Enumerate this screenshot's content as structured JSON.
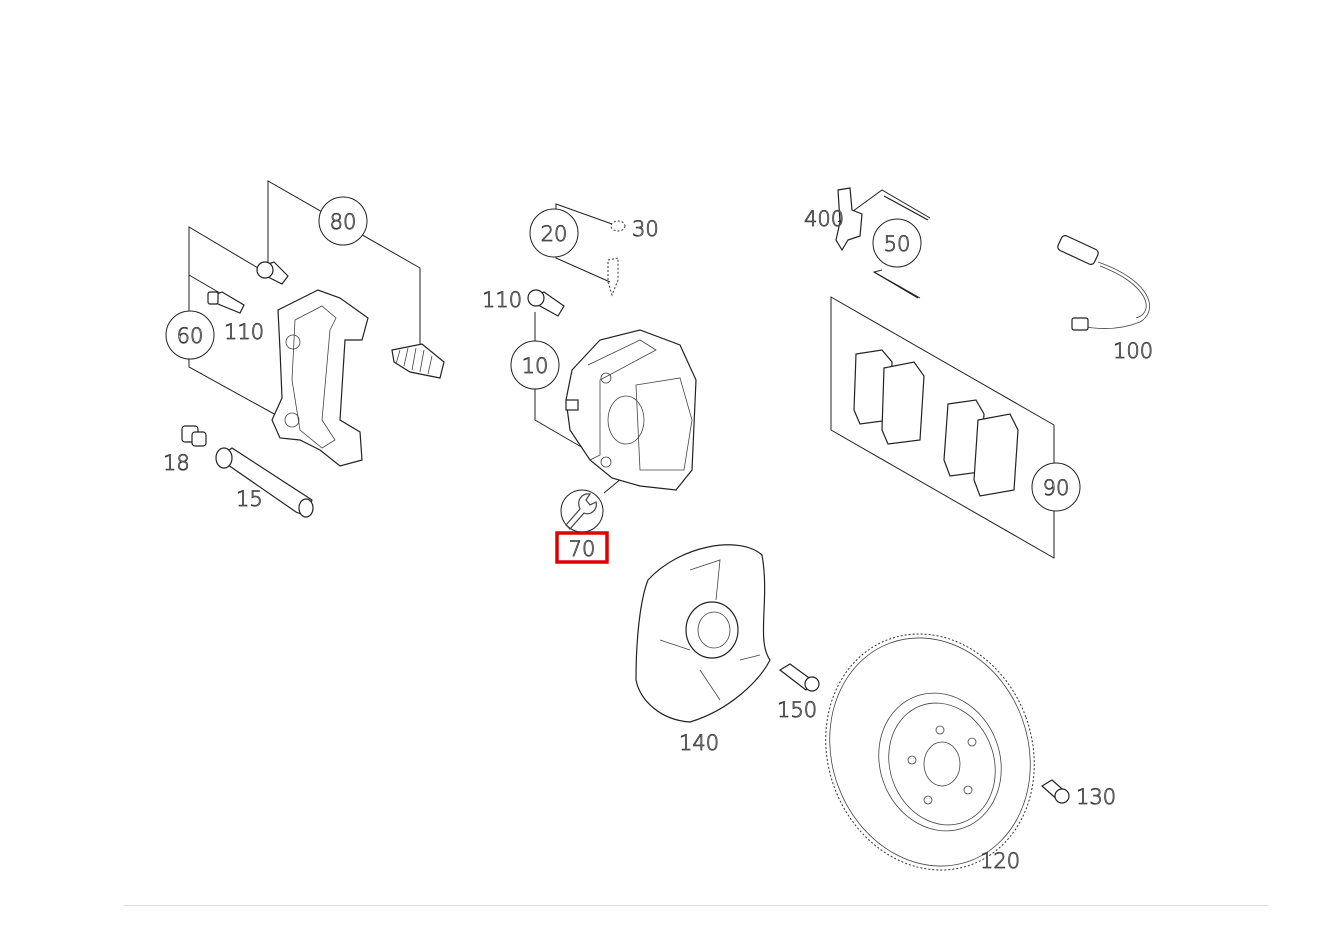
{
  "diagram": {
    "highlight_color": "#e00000",
    "highlighted_part": "70",
    "callouts": [
      {
        "id": "80",
        "label": "80",
        "style": "bubble"
      },
      {
        "id": "60",
        "label": "60",
        "style": "bubble"
      },
      {
        "id": "20",
        "label": "20",
        "style": "bubble"
      },
      {
        "id": "10",
        "label": "10",
        "style": "bubble"
      },
      {
        "id": "50",
        "label": "50",
        "style": "bubble"
      },
      {
        "id": "90",
        "label": "90",
        "style": "bubble"
      },
      {
        "id": "wrench",
        "icon": "wrench-icon",
        "style": "bubble"
      }
    ],
    "labels": {
      "p30": "30",
      "p400": "400",
      "p110a": "110",
      "p110b": "110",
      "p100": "100",
      "p18": "18",
      "p15": "15",
      "p70": "70",
      "p150": "150",
      "p140": "140",
      "p130": "130",
      "p120": "120",
      "b80": "80",
      "b60": "60",
      "b20": "20",
      "b10": "10",
      "b50": "50",
      "b90": "90"
    }
  }
}
